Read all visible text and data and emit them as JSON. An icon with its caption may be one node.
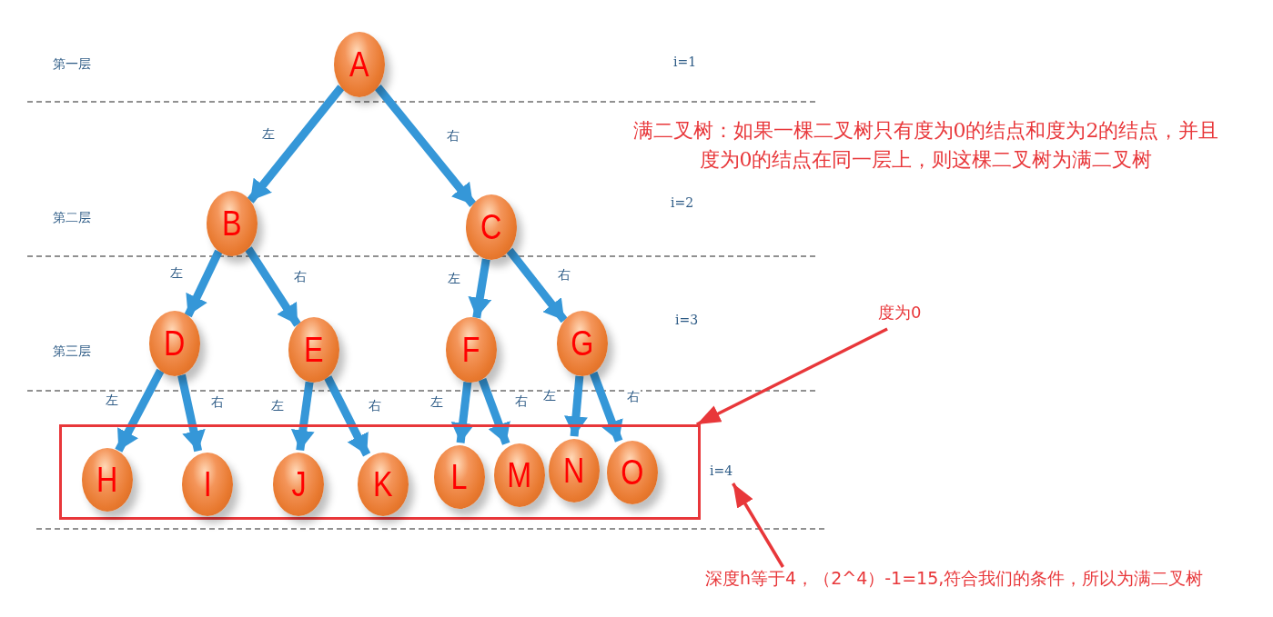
{
  "diagram": {
    "nodes": [
      {
        "text": [
          "A"
        ]
      },
      {
        "text": [
          "B"
        ]
      },
      {
        "text": [
          "C"
        ]
      },
      {
        "text": [
          "D"
        ]
      },
      {
        "text": [
          "E"
        ]
      },
      {
        "text": [
          "F"
        ]
      },
      {
        "text": [
          "G"
        ]
      },
      {
        "text": [],
        "shape": "box"
      },
      {
        "text": [
          "H"
        ],
        "in": 7
      },
      {
        "text": [
          "I"
        ],
        "in": 7
      },
      {
        "text": [
          "J"
        ],
        "in": 7
      },
      {
        "text": [
          "K"
        ],
        "in": 7
      },
      {
        "text": [
          "L"
        ],
        "in": 7
      },
      {
        "text": [
          "M"
        ],
        "in": 7
      },
      {
        "text": [
          "N"
        ],
        "in": 7
      },
      {
        "text": [
          "O"
        ],
        "in": 7
      },
      {
        "text": [
          "度为0"
        ]
      },
      {
        "text": [
          "i=4"
        ]
      },
      {
        "text": [
          "深度h等于4，（2^4）-1=15,符合我们的条件，所以为满二叉树"
        ]
      }
    ],
    "edges": [
      {
        "from": 0,
        "to": 1,
        "arrow": "to",
        "label": "左"
      },
      {
        "from": 0,
        "to": 2,
        "arrow": "to",
        "label": "右"
      },
      {
        "from": 1,
        "to": 3,
        "arrow": "to",
        "label": "左"
      },
      {
        "from": 1,
        "to": 4,
        "arrow": "to",
        "label": "右"
      },
      {
        "from": 2,
        "to": 5,
        "arrow": "to",
        "label": "左"
      },
      {
        "from": 2,
        "to": 6,
        "arrow": "to",
        "label": "右"
      },
      {
        "from": 3,
        "to": 8,
        "arrow": "to",
        "label": "左"
      },
      {
        "from": 3,
        "to": 9,
        "arrow": "to",
        "label": "右"
      },
      {
        "from": 4,
        "to": 10,
        "arrow": "to",
        "label": "左"
      },
      {
        "from": 4,
        "to": 11,
        "arrow": "to",
        "label": "右"
      },
      {
        "from": 5,
        "to": 12,
        "arrow": "to",
        "label": "左"
      },
      {
        "from": 5,
        "to": 13,
        "arrow": "to",
        "label": "右"
      },
      {
        "from": 6,
        "to": 14,
        "arrow": "to",
        "label": "左"
      },
      {
        "from": 6,
        "to": 15,
        "arrow": "to",
        "label": "右"
      },
      {
        "from": 16,
        "to": 7,
        "arrow": "to",
        "color": "#e8373a"
      },
      {
        "from": 18,
        "to": 17,
        "arrow": "to",
        "color": "#e8373a"
      }
    ],
    "labels": [
      "第一层",
      "i=1",
      "满二叉树：如果一棵二叉树只有度为0的结点和度为2的结点，并且度为0的结点在同一层上，则这棵二叉树为满二叉树",
      "第二层",
      "i=2",
      "第三层",
      "i=3"
    ]
  }
}
